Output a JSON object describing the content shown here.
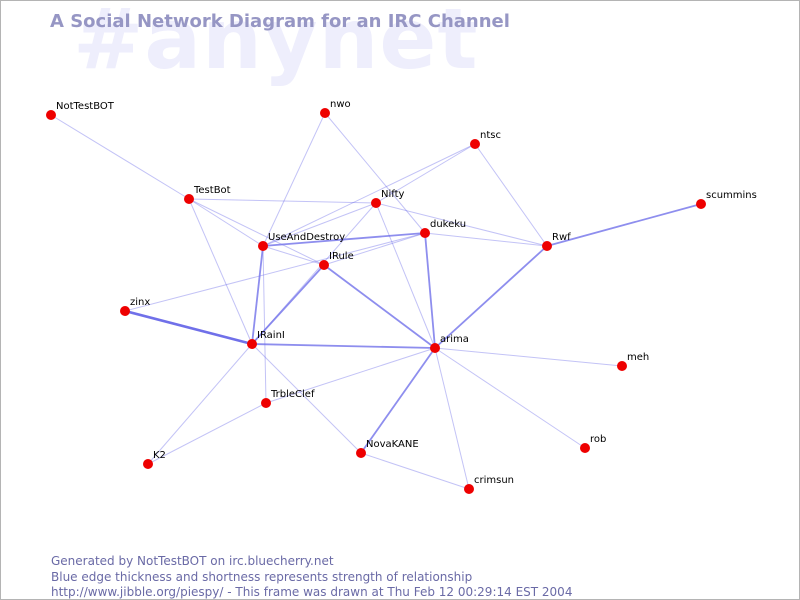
{
  "header": {
    "watermark": "#anynet",
    "title": "A Social Network Diagram for an IRC Channel"
  },
  "colors": {
    "node": "#ee0000",
    "edge": "#6868e8",
    "watermark": "#eeeefc",
    "title": "#9696c4",
    "footer": "#6a6aa6"
  },
  "nodes": [
    {
      "id": "NotTestBOT",
      "label": "NotTestBOT"
    },
    {
      "id": "nwo",
      "label": "nwo"
    },
    {
      "id": "ntsc",
      "label": "ntsc"
    },
    {
      "id": "TestBot",
      "label": "TestBot"
    },
    {
      "id": "Nifty",
      "label": "Nifty"
    },
    {
      "id": "scummins",
      "label": "scummins"
    },
    {
      "id": "dukeku",
      "label": "dukeku"
    },
    {
      "id": "UseAndDestroy",
      "label": "UseAndDestroy"
    },
    {
      "id": "Rwf",
      "label": "Rwf"
    },
    {
      "id": "IRule",
      "label": "IRule"
    },
    {
      "id": "zinx",
      "label": "zinx"
    },
    {
      "id": "IRainI",
      "label": "IRainI"
    },
    {
      "id": "arima",
      "label": "arima"
    },
    {
      "id": "meh",
      "label": "meh"
    },
    {
      "id": "TrbleClef",
      "label": "TrbleClef"
    },
    {
      "id": "rob",
      "label": "rob"
    },
    {
      "id": "NovaKANE",
      "label": "NovaKANE"
    },
    {
      "id": "K2",
      "label": "K2"
    },
    {
      "id": "crimsun",
      "label": "crimsun"
    }
  ],
  "edges": [
    {
      "from": "NotTestBOT",
      "to": "TestBot",
      "weight": 1
    },
    {
      "from": "TestBot",
      "to": "Nifty",
      "weight": 1
    },
    {
      "from": "TestBot",
      "to": "UseAndDestroy",
      "weight": 1
    },
    {
      "from": "TestBot",
      "to": "IRule",
      "weight": 1
    },
    {
      "from": "TestBot",
      "to": "IRainI",
      "weight": 1
    },
    {
      "from": "nwo",
      "to": "UseAndDestroy",
      "weight": 1
    },
    {
      "from": "nwo",
      "to": "dukeku",
      "weight": 1
    },
    {
      "from": "ntsc",
      "to": "Nifty",
      "weight": 1
    },
    {
      "from": "ntsc",
      "to": "UseAndDestroy",
      "weight": 1
    },
    {
      "from": "ntsc",
      "to": "Rwf",
      "weight": 1
    },
    {
      "from": "Nifty",
      "to": "UseAndDestroy",
      "weight": 1
    },
    {
      "from": "Nifty",
      "to": "Rwf",
      "weight": 1
    },
    {
      "from": "Nifty",
      "to": "arima",
      "weight": 1
    },
    {
      "from": "Nifty",
      "to": "IRainI",
      "weight": 1
    },
    {
      "from": "dukeku",
      "to": "UseAndDestroy",
      "weight": 2
    },
    {
      "from": "dukeku",
      "to": "IRule",
      "weight": 1
    },
    {
      "from": "dukeku",
      "to": "Rwf",
      "weight": 1
    },
    {
      "from": "dukeku",
      "to": "arima",
      "weight": 2
    },
    {
      "from": "UseAndDestroy",
      "to": "IRule",
      "weight": 1
    },
    {
      "from": "UseAndDestroy",
      "to": "IRainI",
      "weight": 2
    },
    {
      "from": "UseAndDestroy",
      "to": "TrbleClef",
      "weight": 1
    },
    {
      "from": "Rwf",
      "to": "scummins",
      "weight": 2
    },
    {
      "from": "Rwf",
      "to": "arima",
      "weight": 2
    },
    {
      "from": "IRule",
      "to": "IRainI",
      "weight": 2
    },
    {
      "from": "IRule",
      "to": "arima",
      "weight": 2
    },
    {
      "from": "zinx",
      "to": "IRainI",
      "weight": 3
    },
    {
      "from": "zinx",
      "to": "dukeku",
      "weight": 1
    },
    {
      "from": "IRainI",
      "to": "arima",
      "weight": 2
    },
    {
      "from": "IRainI",
      "to": "K2",
      "weight": 1
    },
    {
      "from": "IRainI",
      "to": "NovaKANE",
      "weight": 1
    },
    {
      "from": "arima",
      "to": "meh",
      "weight": 1
    },
    {
      "from": "arima",
      "to": "rob",
      "weight": 1
    },
    {
      "from": "arima",
      "to": "NovaKANE",
      "weight": 2
    },
    {
      "from": "arima",
      "to": "crimsun",
      "weight": 1
    },
    {
      "from": "arima",
      "to": "TrbleClef",
      "weight": 1
    },
    {
      "from": "TrbleClef",
      "to": "K2",
      "weight": 1
    },
    {
      "from": "NovaKANE",
      "to": "crimsun",
      "weight": 1
    }
  ],
  "footer": {
    "line1": "Generated by NotTestBOT on irc.bluecherry.net",
    "line2": "Blue edge thickness and shortness represents strength of relationship",
    "line3": "http://www.jibble.org/piespy/ - This frame was drawn at Thu Feb 12 00:29:14 EST 2004"
  }
}
